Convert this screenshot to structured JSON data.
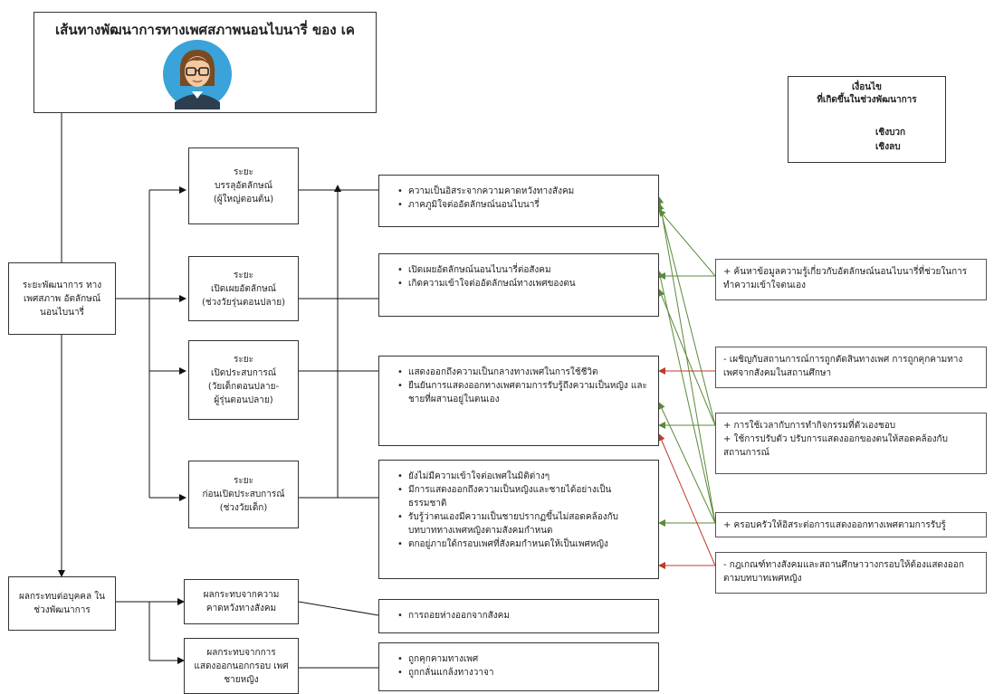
{
  "title": "เส้นทางพัฒนาการทางเพศสภาพนอนไบนารี่ ของ เค",
  "legend": {
    "title_line1": "เงื่อนไข",
    "title_line2": "ที่เกิดขึ้นในช่วงพัฒนาการ",
    "positive": "เชิงบวก",
    "negative": "เชิงลบ",
    "positive_color": "#5a8a3a",
    "negative_color": "#c0392b"
  },
  "left_main": "ระยะพัฒนาการ ทางเพศสภาพ อัตลักษณ์นอนไบนารี่",
  "left_effect": "ผลกระทบต่อบุคคล ในช่วงพัฒนาการ",
  "stages": [
    {
      "line1": "ระยะ",
      "line2": "บรรลุอัตลักษณ์",
      "line3": "(ผู้ใหญ่ตอนต้น)"
    },
    {
      "line1": "ระยะ",
      "line2": "เปิดเผยอัตลักษณ์",
      "line3": "(ช่วงวัยรุ่นตอนปลาย)"
    },
    {
      "line1": "ระยะ",
      "line2": "เปิดประสบการณ์",
      "line3": "(วัยเด็กตอนปลาย-",
      "line4": "ผู้รุ่นตอนปลาย)"
    },
    {
      "line1": "ระยะ",
      "line2": "ก่อนเปิดประสบการณ์",
      "line3": "(ช่วงวัยเด็ก)"
    }
  ],
  "details": [
    [
      "ความเป็นอิสระจากความคาดหวังทางสังคม",
      "ภาคภูมิใจต่ออัตลักษณ์นอนไบนารี่"
    ],
    [
      "เปิดเผยอัตลักษณ์นอนไบนารี่ต่อสังคม",
      "เกิดความเข้าใจต่ออัตลักษณ์ทางเพศของตน"
    ],
    [
      "แสดงออกถึงความเป็นกลางทางเพศในการใช้ชีวิต",
      "ยืนยันการแสดงออกทางเพศตามการรับรู้ถึงความเป็นหญิง และชายที่ผสานอยู่ในตนเอง"
    ],
    [
      "ยังไม่มีความเข้าใจต่อเพศในมิติต่างๆ",
      "มีการแสดงออกถึงความเป็นหญิงและชายได้อย่างเป็น ธรรมชาติ",
      "รับรู้ว่าตนเองมีความเป็นชายปรากฏขึ้นไม่สอดคล้องกับ บทบาททางเพศหญิงตามสังคมกำหนด",
      "ตกอยู่ภายใต้กรอบเพศที่สังคมกำหนดให้เป็นเพศหญิง"
    ]
  ],
  "effects": [
    {
      "label": "ผลกระทบจากความ คาดหวังทางสังคม",
      "detail": [
        "การถอยห่างออกจากสังคม"
      ]
    },
    {
      "label": "ผลกระทบจากการ แสดงออกนอกกรอบ เพศชายหญิง",
      "detail": [
        "ถูกคุกคามทางเพศ",
        "ถูกกลั่นแกล้งทางวาจา"
      ]
    }
  ],
  "conditions": [
    {
      "text": "+ ค้นหาข้อมูลความรู้เกี่ยวกับอัตลักษณ์นอนไบนารี่ที่ช่วยในการ ทำความเข้าใจตนเอง",
      "type": "positive"
    },
    {
      "text": "- เผชิญกับสถานการณ์การถูกตัดสินทางเพศ การถูกคุกคามทาง เพศจากสังคมในสถานศึกษา",
      "type": "negative"
    },
    {
      "text": "+ การใช้เวลากับการทำกิจกรรมที่ตัวเองชอบ\n+ ใช้การปรับตัว ปรับการแสดงออกของตนให้สอดคล้องกับ สถานการณ์",
      "type": "positive"
    },
    {
      "text": "+ ครอบครัวให้อิสระต่อการแสดงออกทางเพศตามการรับรู้",
      "type": "positive"
    },
    {
      "text": "- กฎเกณฑ์ทางสังคมและสถานศึกษาวางกรอบให้ต้องแสดงออก ตามบทบาทเพศหญิง",
      "type": "negative"
    }
  ]
}
